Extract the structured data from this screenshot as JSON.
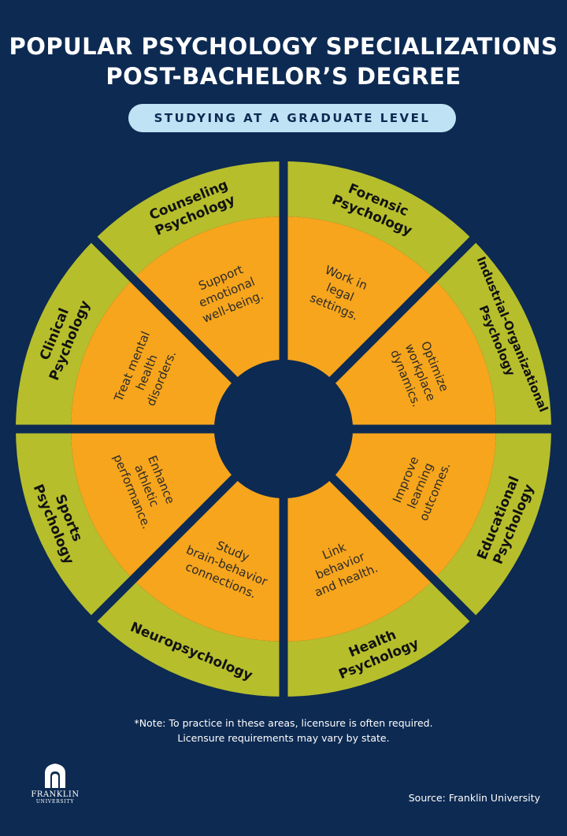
{
  "title": {
    "line1": "POPULAR PSYCHOLOGY SPECIALIZATIONS",
    "line2": "POST-BACHELOR’S DEGREE"
  },
  "subtitle": "STUDYING AT A GRADUATE LEVEL",
  "colors": {
    "background": "#0d2a52",
    "outer_ring": "#b6be2c",
    "inner_ring": "#f7a51c",
    "center": "#0d2a52",
    "pill": "#bfe3f5"
  },
  "segments": [
    {
      "name": [
        "Clinical",
        "Psychology"
      ],
      "description": [
        "Treat mental",
        "health",
        "disorders."
      ]
    },
    {
      "name": [
        "Counseling",
        "Psychology"
      ],
      "description": [
        "Support",
        "emotional",
        "well-being."
      ]
    },
    {
      "name": [
        "Forensic",
        "Psychology"
      ],
      "description": [
        "Work in",
        "legal",
        "settings."
      ]
    },
    {
      "name": [
        "Industrial-Organizational",
        "Psychology"
      ],
      "description": [
        "Optimize",
        "workplace",
        "dynamics."
      ]
    },
    {
      "name": [
        "Educational",
        "Psychology"
      ],
      "description": [
        "Improve",
        "learning",
        "outcomes."
      ]
    },
    {
      "name": [
        "Health",
        "Psychology"
      ],
      "description": [
        "Link",
        "behavior",
        "and health."
      ]
    },
    {
      "name": [
        "Neuropsychology"
      ],
      "description": [
        "Study",
        "brain-behavior",
        "connections."
      ]
    },
    {
      "name": [
        "Sports",
        "Psychology"
      ],
      "description": [
        "Enhance",
        "athletic",
        "performance."
      ]
    }
  ],
  "note": {
    "line1": "*Note: To practice in these areas, licensure is often required.",
    "line2": "Licensure requirements may vary by state."
  },
  "logo": {
    "name": "FRANKLIN",
    "sub": "UNIVERSITY"
  },
  "source": "Source: Franklin University"
}
